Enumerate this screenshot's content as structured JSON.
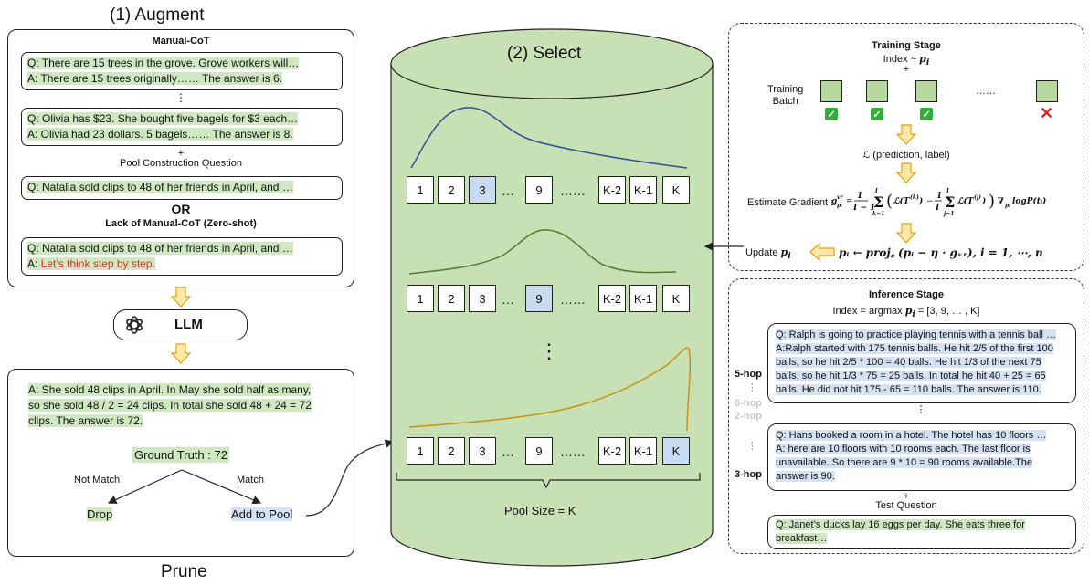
{
  "augment": {
    "title": "(1) Augment",
    "manual_cot_label": "Manual-CoT",
    "ex1_q": "Q: There are 15 trees in the grove. Grove workers will…",
    "ex1_a": "A: There are 15 trees originally…… The answer is 6.",
    "dots": "⋮",
    "ex2_q": "Q: Olivia has $23. She bought five bagels for $3 each…",
    "ex2_a": "A: Olivia had 23 dollars. 5 bagels…… The answer is 8.",
    "plus": "+",
    "pool_q_label": "Pool Construction Question",
    "pool_q": "Q: Natalia sold clips to 48 of her friends in April, and …",
    "or": "OR",
    "zero_shot_label": "Lack of Manual-CoT (Zero-shot)",
    "zs_q": "Q: Natalia sold clips to 48 of her friends in April, and …",
    "zs_a_prefix": "A: ",
    "zs_a_red": "Let’s think step by step."
  },
  "llm": {
    "label": "LLM",
    "icon": "openai-logo-icon"
  },
  "prune": {
    "title": "Prune",
    "answer_lines": [
      "A: She sold 48 clips in April. In May she sold half as many,",
      "so she sold 48 / 2 = 24 clips. In total she sold 48 + 24 = 72",
      "clips. The answer is 72."
    ],
    "ground_truth": "Ground Truth : 72",
    "not_match": "Not Match",
    "match": "Match",
    "drop": "Drop",
    "add": "Add to Pool"
  },
  "select": {
    "title": "(2) Select",
    "rows": [
      {
        "cells": [
          "1",
          "2",
          "3",
          "…",
          "9",
          "……",
          "K-2",
          "K-1",
          "K"
        ],
        "selected": [
          2
        ]
      },
      {
        "cells": [
          "1",
          "2",
          "3",
          "…",
          "9",
          "……",
          "K-2",
          "K-1",
          "K"
        ],
        "selected": [
          4
        ]
      },
      {
        "cells": [
          "1",
          "2",
          "3",
          "…",
          "9",
          "……",
          "K-2",
          "K-1",
          "K"
        ],
        "selected": [
          8
        ]
      }
    ],
    "vdots": "⋮",
    "pool_size": "Pool Size = K",
    "colors": {
      "cylinder": "#c8e1b4",
      "curve1": "#2f4e9b",
      "curve2": "#4e7d2f",
      "curve3": "#c89312"
    }
  },
  "training": {
    "title": "Training Stage",
    "index_prefix": "Index ~ ",
    "index_var": "p",
    "index_sub": "i",
    "plus": "+",
    "batch_label": [
      "Training",
      "Batch"
    ],
    "ellipsis": "……",
    "loss": "ℒ (prediction, label)",
    "estimate_prefix": "Estimate Gradient :",
    "estimate_formula_note": "g_{p_i}^{vr} = 1/(I−1) Σ_{k=1}^{I} ( ℒ(T^{(k)}) − 1/I Σ_{j=1}^{I} ℒ(T^{(j)}) ) ∇_{p_i} log P(t_i)",
    "update_prefix": "Update ",
    "update_var": "p",
    "update_formula": "pᵢ ← proj꜀ (pᵢ − η · gᵥᵣ), i = 1, ⋯, n"
  },
  "inference": {
    "title": "Inference Stage",
    "index_text": "Index = argmax ",
    "index_result": " = [3, 9, … , K]",
    "hop5": "5-hop",
    "hop6": "6-hop",
    "hop2": "2-hop",
    "hop3": "3-hop",
    "ex1_lines": [
      "Q: Ralph is going to practice playing tennis with a tennis ball …",
      "A:Ralph started with 175 tennis balls. He hit 2/5 of the first 100",
      "balls, so he hit 2/5 * 100 = 40 balls. He hit 1/3 of the next 75",
      "balls, so he hit 1/3 * 75 = 25 balls. In total he hit 40 + 25 = 65",
      "balls. He did not hit 175 - 65 = 110 balls. The answer is 110."
    ],
    "ex2_lines": [
      "Q: Hans booked a room in a hotel. The hotel has 10 floors …",
      "A: here are 10 floors with 10 rooms each. The last floor is",
      "unavailable. So there are 9 * 10 = 90 rooms available.The",
      "answer is 90."
    ],
    "plus": "+",
    "test_label": "Test Question",
    "test_lines": [
      "Q: Janet’s ducks lay 16 eggs per day. She eats three for",
      "breakfast…"
    ]
  }
}
